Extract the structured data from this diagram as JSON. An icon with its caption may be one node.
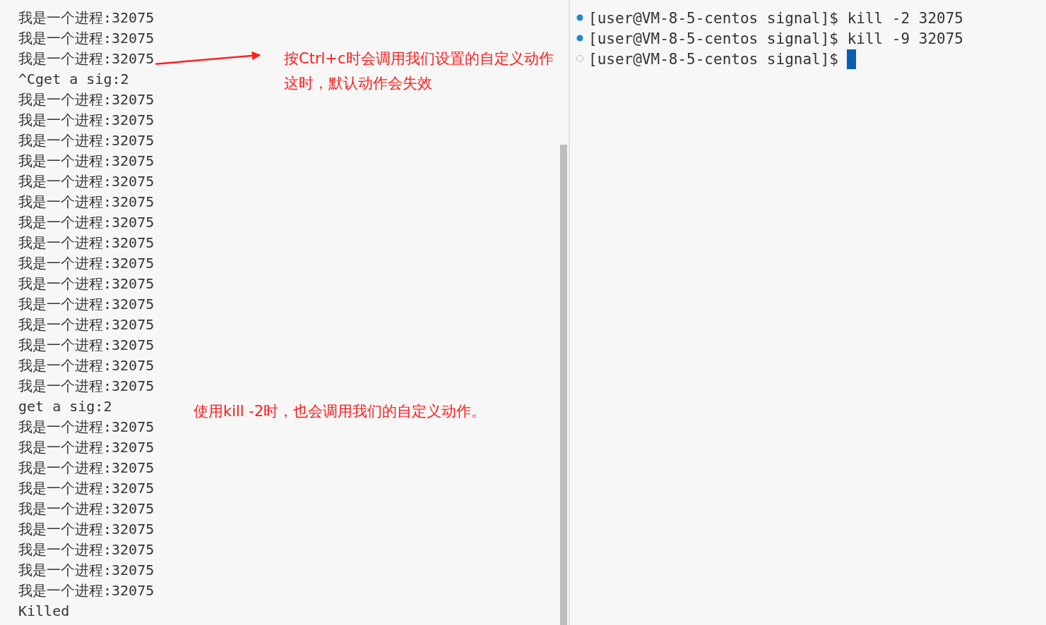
{
  "diagram": {
    "nodes": [
      {
        "text": [
          "我是一个进程:32075"
        ]
      },
      {
        "text": [
          "按Ctrl+c时会调用我们设置的自定义动作",
          "这时，默认动作会失效"
        ]
      }
    ],
    "edges": [
      {
        "from": 0,
        "to": 1,
        "arrow": "to"
      }
    ],
    "labels": [
      "我是一个进程:32075",
      "我是一个进程:32075",
      "^Cget a sig:2",
      "我是一个进程:32075",
      "我是一个进程:32075",
      "我是一个进程:32075",
      "我是一个进程:32075",
      "我是一个进程:32075",
      "我是一个进程:32075",
      "我是一个进程:32075",
      "我是一个进程:32075",
      "我是一个进程:32075",
      "我是一个进程:32075",
      "我是一个进程:32075",
      "我是一个进程:32075",
      "我是一个进程:32075",
      "我是一个进程:32075",
      "我是一个进程:32075",
      "get a sig:2",
      "我是一个进程:32075",
      "我是一个进程:32075",
      "我是一个进程:32075",
      "我是一个进程:32075",
      "我是一个进程:32075",
      "我是一个进程:32075",
      "我是一个进程:32075",
      "我是一个进程:32075",
      "我是一个进程:32075",
      "Killed",
      "使用kill -2时，也会调用我们的自定义动作。",
      "[user@VM-8-5-centos signal]$ kill -2 32075",
      "[user@VM-8-5-centos signal]$ kill -9 32075",
      "[user@VM-8-5-centos signal]$"
    ]
  }
}
